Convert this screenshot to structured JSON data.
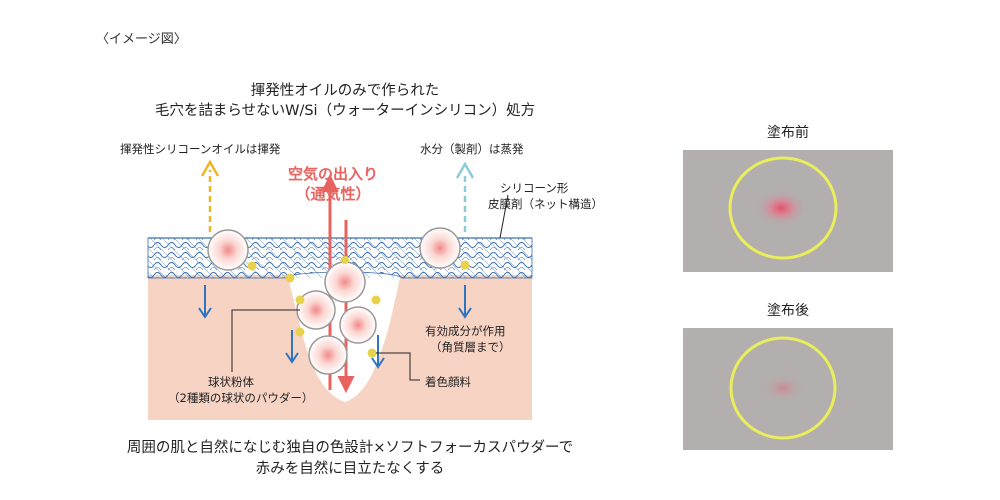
{
  "caption": "〈イメージ図〉",
  "heading": {
    "line1": "揮発性オイルのみで作られた",
    "line2": "毛穴を詰まらせないW/Si（ウォーターインシリコン）処方"
  },
  "labels": {
    "volatile_silicone": "揮発性シリコーンオイルは揮発",
    "water_evaporates": "水分（製剤）は蒸発",
    "air_line1": "空気の出入り",
    "air_line2": "（通気性）",
    "silicone_film_line1": "シリコーン形",
    "silicone_film_line2": "皮膜剤（ネット構造）",
    "active_line1": "有効成分が作用",
    "active_line2": "（角質層まで）",
    "pigment": "着色顔料",
    "powder_line1": "球状粉体",
    "powder_line2": "（2種類の球状のパウダー）"
  },
  "footer": {
    "line1": "周囲の肌と自然になじむ独自の色設計×ソフトフォーカスパウダーで",
    "line2": "赤みを自然に目立たなくする"
  },
  "photos": {
    "before_title": "塗布前",
    "after_title": "塗布後"
  },
  "colors": {
    "skin": "#f7d3c4",
    "mesh": "#3a6fae",
    "air_arrow": "#e8635f",
    "volatile_arrow": "#f0b429",
    "water_arrow": "#8ccbd8",
    "down_arrow": "#2f74c0",
    "pigment_dot": "#e8d24a",
    "ring": "#e9ee5a"
  }
}
